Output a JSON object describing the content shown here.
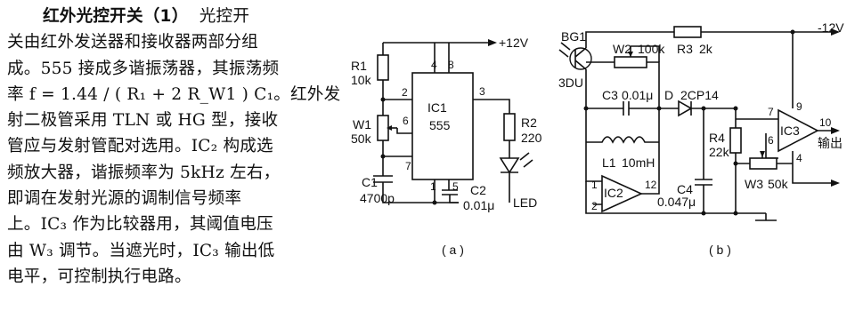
{
  "article": {
    "heading": "红外光控开关（1）",
    "lines": [
      "光控开",
      "关由红外发送器和接收器两部分组",
      "成。555 接成多谐振荡器，其振荡频",
      "率 f = 1.44 / ( R₁ + 2 R_W1 ) C₁。红外发",
      "射二极管采用 TLN 或 HG 型，接收",
      "管应与发射管配对选用。IC₂ 构成选",
      "频放大器，谐振频率为 5kHz 左右，",
      "即调在发射光源的调制信号频率",
      "上。IC₃ 作为比较器用，其阈值电压",
      "由 W₃ 调节。当遮光时，IC₃ 输出低",
      "电平，可控制执行电路。"
    ]
  },
  "figure_a": {
    "caption": "( a )",
    "vcc": "+12V",
    "ic1_name": "IC1",
    "ic1_type": "555",
    "r1": "R1",
    "r1_val": "10k",
    "w1": "W1",
    "w1_val": "50k",
    "c1": "C1",
    "c1_val": "4700p",
    "c2": "C2",
    "c2_val": "0.01μ",
    "r2": "R2",
    "r2_val": "220",
    "led": "LED",
    "pin4": "4",
    "pin8": "8",
    "pin2": "2",
    "pin6": "6",
    "pin7": "7",
    "pin3": "3",
    "pin1": "1",
    "pin5": "5"
  },
  "figure_b": {
    "caption": "( b )",
    "vcc": "-12V",
    "bg1": "BG1",
    "bg1_type": "3DU",
    "w2": "W2",
    "w2_val": "100k",
    "r3": "R3",
    "r3_val": "2k",
    "c3": "C3",
    "c3_val": "0.01μ",
    "d": "D",
    "d_type": "2CP14",
    "l1": "L1",
    "l1_val": "10mH",
    "r4": "R4",
    "r4_val": "22k",
    "c4": "C4",
    "c4_val": "0.047μ",
    "w3": "W3",
    "w3_val": "50k",
    "ic2": "IC2",
    "ic3": "IC3",
    "out": "输出",
    "pin1": "1",
    "pin2": "2",
    "pin12": "12",
    "pin9": "9",
    "pin7": "7",
    "pin6": "6",
    "pin4": "4",
    "pin10": "10"
  }
}
